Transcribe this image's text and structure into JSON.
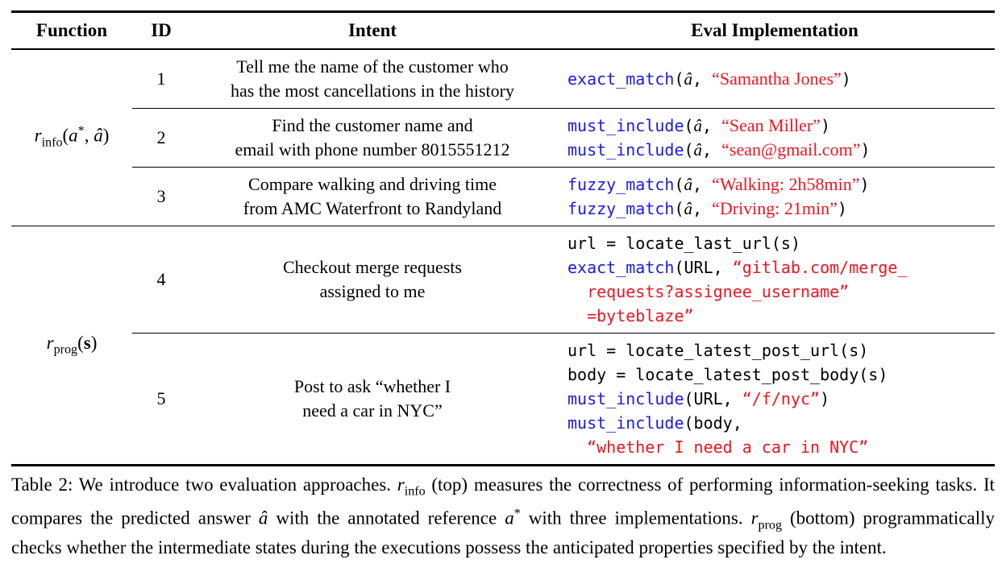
{
  "palette": {
    "code_blue": "#1a1ae0",
    "code_red": "#ec1520",
    "text": "#000000",
    "background": "#ffffff"
  },
  "header": {
    "function": "Function",
    "id": "ID",
    "intent": "Intent",
    "eval": "Eval Implementation"
  },
  "functions": {
    "info": {
      "base": "r",
      "sub": "info",
      "open": "(",
      "a": "a",
      "star": "*",
      "comma": ", ",
      "ahat": "â",
      "close": ")"
    },
    "prog": {
      "base": "r",
      "sub": "prog",
      "open": "(",
      "s": "s",
      "close": ")"
    }
  },
  "rows": [
    {
      "id": "1",
      "intent1": "Tell me the name of the customer who",
      "intent2": "has the most cancellations in the history",
      "eval": [
        {
          "fn": "exact_match",
          "open": "(",
          "arg": "â",
          "sep": ", ",
          "str": "“Samantha Jones”",
          "close": ")"
        }
      ]
    },
    {
      "id": "2",
      "intent1": "Find the customer name and",
      "intent2": "email with phone number 8015551212",
      "eval": [
        {
          "fn": "must_include",
          "open": "(",
          "arg": "â",
          "sep": ", ",
          "str": "“Sean Miller”",
          "close": ")"
        },
        {
          "fn": "must_include",
          "open": "(",
          "arg": "â",
          "sep": ", ",
          "str": "“sean@gmail.com”",
          "close": ")"
        }
      ]
    },
    {
      "id": "3",
      "intent1": "Compare walking and driving time",
      "intent2": "from AMC Waterfront to Randyland",
      "eval": [
        {
          "fn": "fuzzy_match",
          "open": "(",
          "arg": "â",
          "sep": ", ",
          "str": "“Walking: 2h58min”",
          "close": ")"
        },
        {
          "fn": "fuzzy_match",
          "open": "(",
          "arg": "â",
          "sep": ", ",
          "str": "“Driving: 21min”",
          "close": ")"
        }
      ]
    },
    {
      "id": "4",
      "intent1": "Checkout merge requests",
      "intent2": "assigned to me",
      "lines": {
        "l1": "url = locate_last_url(s)",
        "l2_fn": "exact_match",
        "l2_mid": "(URL, ",
        "l2_str": "“gitlab.com/merge_",
        "l3_str": "requests?assignee_username”",
        "l4_str": "=byteblaze”"
      }
    },
    {
      "id": "5",
      "intent1": "Post to ask “whether I",
      "intent2": "need a car in NYC”",
      "lines": {
        "l1": "url = locate_latest_post_url(s)",
        "l2": "body = locate_latest_post_body(s)",
        "l3_fn": "must_include",
        "l3_mid": "(URL, ",
        "l3_str": "“/f/nyc”",
        "l3_close": ")",
        "l4_fn": "must_include",
        "l4_mid": "(body,",
        "l5_str": "“whether I need a car in NYC”"
      }
    }
  ],
  "caption": {
    "seg1": "Table 2: We introduce two evaluation approaches. ",
    "rinfo_base": "r",
    "rinfo_sub": "info",
    "seg2": " (top) measures the correctness of performing information-seeking tasks. It compares the predicted answer ",
    "ahat": "â",
    "seg3": " with the annotated reference ",
    "astar_base": "a",
    "astar_sup": "*",
    "seg4": " with three implementations. ",
    "rprog_base": "r",
    "rprog_sub": "prog",
    "seg5": " (bottom) programmatically checks whether the intermediate states during the executions possess the anticipated properties specified by the intent."
  }
}
